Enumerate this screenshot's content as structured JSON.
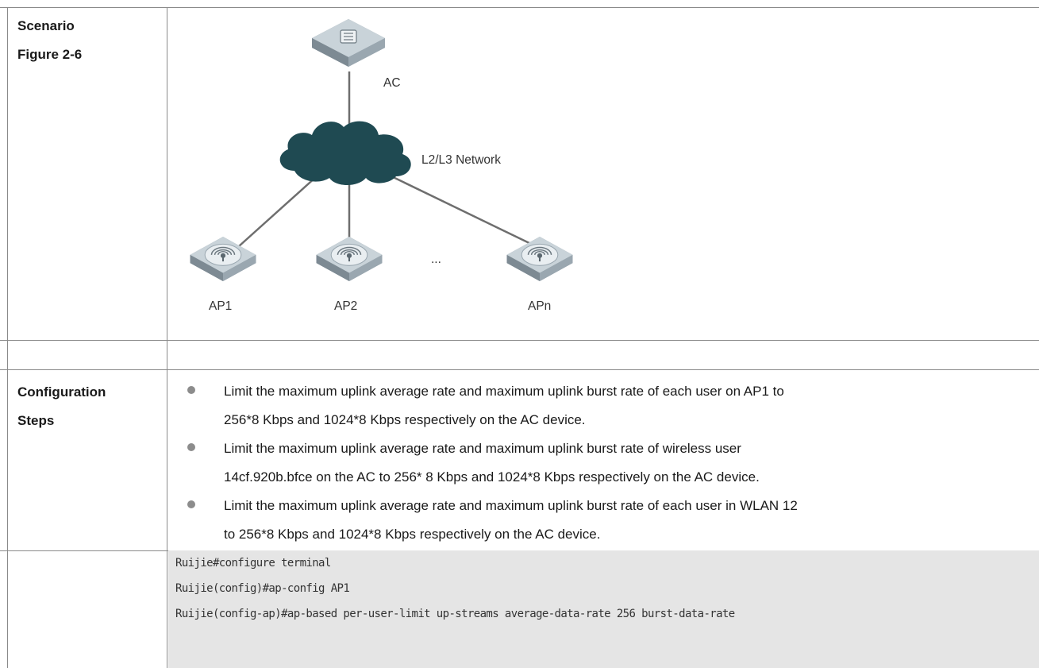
{
  "table": {
    "scenario_label": "Scenario",
    "figure_label": "Figure 2-6",
    "config_steps_label_line1": "Configuration",
    "config_steps_label_line2": "Steps"
  },
  "diagram": {
    "ac_label": "AC",
    "network_label": "L2/L3 Network",
    "ap1_label": "AP1",
    "ap2_label": "AP2",
    "apn_label": "APn",
    "ellipsis": "..."
  },
  "steps": [
    {
      "line1": "Limit the maximum uplink average rate and maximum uplink burst rate of each user on AP1 to",
      "line2": "256*8 Kbps and 1024*8 Kbps respectively on the AC device."
    },
    {
      "line1": "Limit the maximum uplink average rate and maximum uplink burst rate of wireless user",
      "line2": "14cf.920b.bfce on the AC to 256* 8 Kbps and 1024*8 Kbps respectively on the AC device."
    },
    {
      "line1": "Limit the maximum uplink average rate and maximum uplink burst rate of each user in WLAN 12",
      "line2": "to 256*8 Kbps and 1024*8 Kbps respectively on the AC device."
    }
  ],
  "code": [
    "Ruijie#configure terminal",
    "Ruijie(config)#ap-config AP1",
    "Ruijie(config-ap)#ap-based per-user-limit up-streams average-data-rate 256 burst-data-rate"
  ],
  "colors": {
    "device_top": "#c9d3d9",
    "device_side": "#8f9ca5",
    "cloud": "#1f4a52",
    "grid_line": "#8a8a8a",
    "code_bg": "#e5e5e5"
  }
}
